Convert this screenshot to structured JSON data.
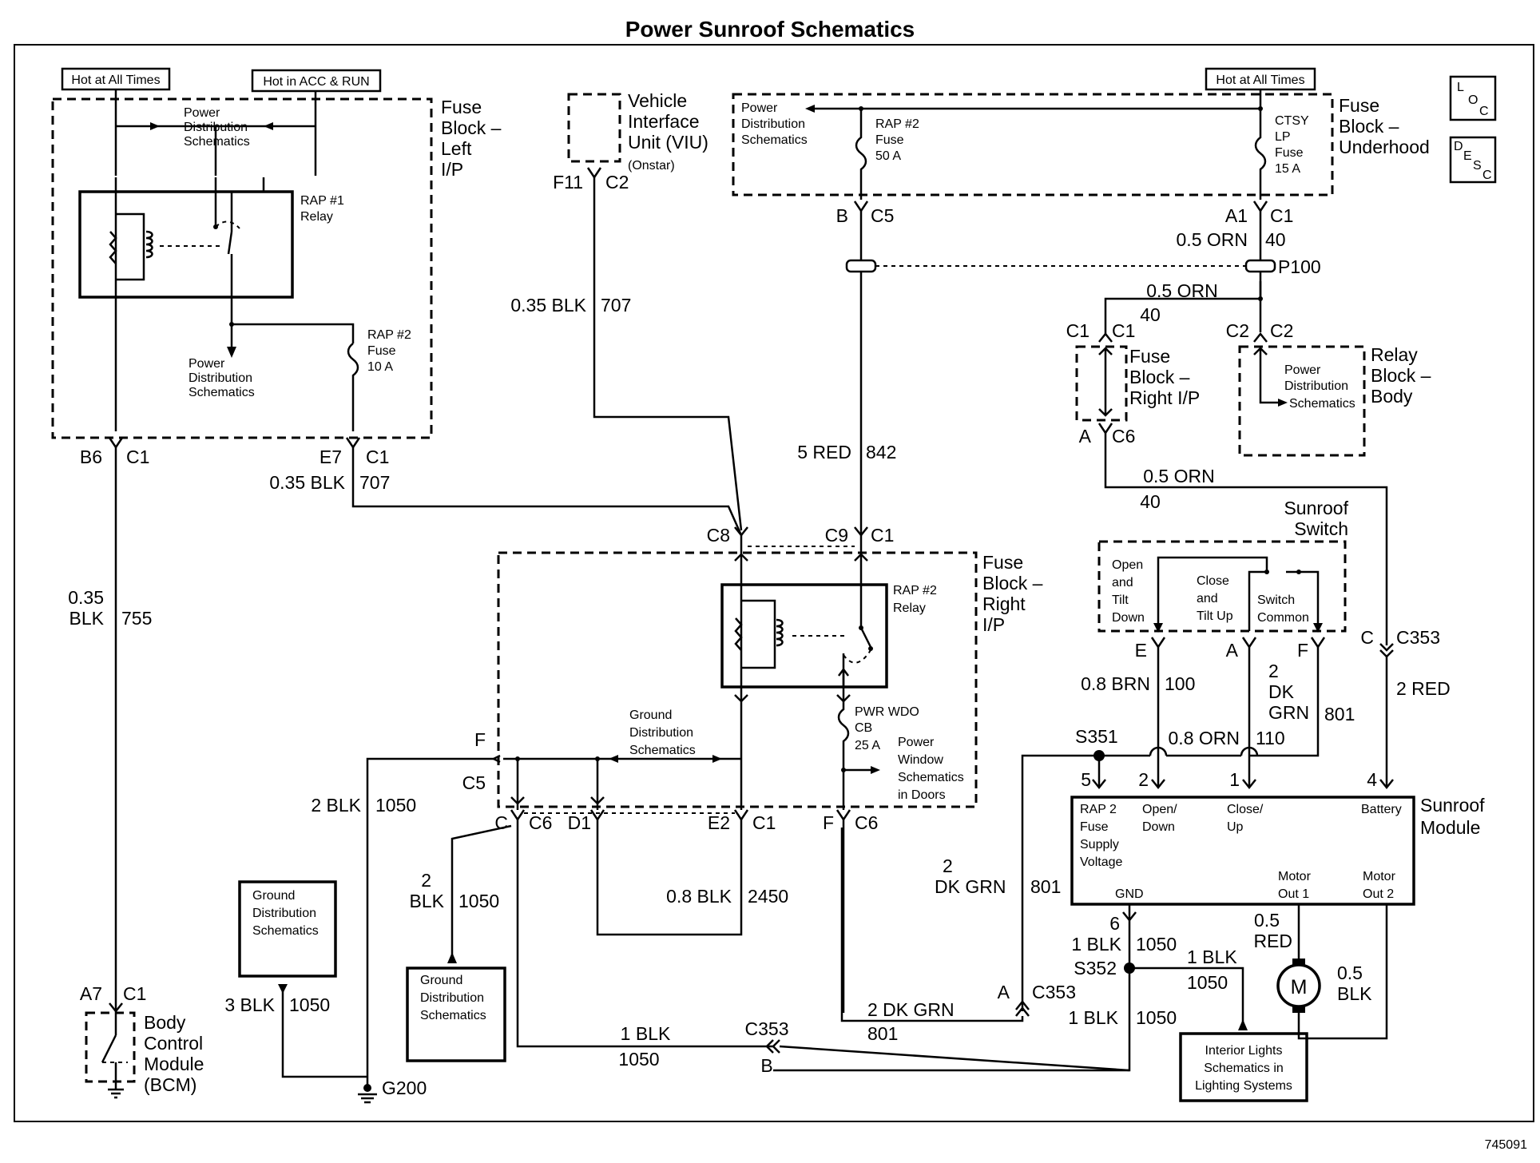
{
  "title": "Power Sunroof Schematics",
  "figure_id": "745091",
  "labels": {
    "hot_all_times_left": "Hot at All Times",
    "hot_acc_run": "Hot in ACC & RUN",
    "hot_all_times_right": "Hot at All Times",
    "loc": [
      "L",
      "O",
      "C"
    ],
    "desc": [
      "D",
      "E",
      "S",
      "C"
    ]
  },
  "fuse_block_left": {
    "name": [
      "Fuse",
      "Block –",
      "Left",
      "I/P"
    ],
    "pds_top": [
      "Power",
      "Distribution",
      "Schematics"
    ],
    "relay": [
      "RAP #1",
      "Relay"
    ],
    "fuse": [
      "RAP #2",
      "Fuse",
      "10 A"
    ],
    "pds_bottom": [
      "Power",
      "Distribution",
      "Schematics"
    ]
  },
  "viu": {
    "name": [
      "Vehicle",
      "Interface",
      "Unit (VIU)"
    ],
    "note": "(Onstar)",
    "pin": "F11",
    "conn": "C2"
  },
  "fuse_block_underhood": {
    "name": [
      "Fuse",
      "Block –",
      "Underhood"
    ],
    "pds": [
      "Power",
      "Distribution",
      "Schematics"
    ],
    "fuse_rap": [
      "RAP #2",
      "Fuse",
      "50 A"
    ],
    "fuse_ctsy": [
      "CTSY",
      "LP",
      "Fuse",
      "15 A"
    ],
    "pin_b": "B",
    "conn_c5": "C5",
    "pin_a1": "A1",
    "conn_c1": "C1"
  },
  "fuse_block_right_top": {
    "name": [
      "Fuse",
      "Block –",
      "Right I/P"
    ],
    "c1_left": "C1",
    "c1_right": "C1",
    "pin_a": "A",
    "conn_c6": "C6"
  },
  "relay_block_body": {
    "name": [
      "Relay",
      "Block –",
      "Body"
    ],
    "pds": [
      "Power",
      "Distribution",
      "Schematics"
    ],
    "c2_left": "C2",
    "c2_right": "C2"
  },
  "fuse_block_right": {
    "name": [
      "Fuse",
      "Block –",
      "Right",
      "I/P"
    ],
    "relay": [
      "RAP #2",
      "Relay"
    ],
    "ground": [
      "Ground",
      "Distribution",
      "Schematics"
    ],
    "cb": [
      "PWR WDO",
      "CB",
      "25 A"
    ],
    "pws": [
      "Power",
      "Window",
      "Schematics",
      "in Doors"
    ],
    "c8": "C8",
    "c9": "C9",
    "c1": "C1",
    "f": "F",
    "c5": "C5",
    "c": "C",
    "c6a": "C6",
    "d1": "D1",
    "e2": "E2",
    "c1b": "C1",
    "f2": "F",
    "c6b": "C6"
  },
  "sunroof_switch": {
    "name": [
      "Sunroof",
      "Switch"
    ],
    "open": [
      "Open",
      "and",
      "Tilt",
      "Down"
    ],
    "close": [
      "Close",
      "and",
      "Tilt Up"
    ],
    "common": [
      "Switch",
      "Common"
    ],
    "pin_e": "E",
    "pin_a": "A",
    "pin_f": "F"
  },
  "sunroof_module": {
    "name": [
      "Sunroof",
      "Module"
    ],
    "rap": [
      "RAP 2",
      "Fuse",
      "Supply",
      "Voltage"
    ],
    "open": [
      "Open/",
      "Down"
    ],
    "close": [
      "Close/",
      "Up"
    ],
    "battery": "Battery",
    "gnd": "GND",
    "m1": [
      "Motor",
      "Out 1"
    ],
    "m2": [
      "Motor",
      "Out 2"
    ],
    "pin5": "5",
    "pin2": "2",
    "pin1": "1",
    "pin4": "4",
    "pin6": "6",
    "motor": "M"
  },
  "bcm": {
    "name": [
      "Body",
      "Control",
      "Module",
      "(BCM)"
    ],
    "pin": "A7",
    "conn": "C1"
  },
  "ground_boxes": {
    "a": [
      "Ground",
      "Distribution",
      "Schematics"
    ],
    "b": [
      "Ground",
      "Distribution",
      "Schematics"
    ]
  },
  "interior_lights": [
    "Interior Lights",
    "Schematics in",
    "Lighting Systems"
  ],
  "connectors": {
    "b6": "B6",
    "c1_b6": "C1",
    "e7": "E7",
    "c1_e7": "C1",
    "p100": "P100",
    "c353_pin": "C",
    "c353": "C353",
    "s351": "S351",
    "s352": "S352",
    "c353_a": "A",
    "c353_a_name": "C353",
    "c353_b_name": "C353",
    "c353_b": "B",
    "g200": "G200"
  },
  "wires": {
    "w755": [
      "0.35",
      "BLK",
      "755"
    ],
    "w707_left": [
      "0.35 BLK",
      "707"
    ],
    "w707_viu": [
      "0.35 BLK",
      "707"
    ],
    "w842": [
      "5 RED",
      "842"
    ],
    "w40_top": [
      "0.5 ORN",
      "40"
    ],
    "w40_mid": [
      "0.5 ORN",
      "40"
    ],
    "w40_low": [
      "0.5 ORN",
      "40"
    ],
    "w100": [
      "0.8 BRN",
      "100"
    ],
    "w110": [
      "0.8 ORN",
      "110"
    ],
    "w801_sw": [
      "2",
      "DK",
      "GRN",
      "801"
    ],
    "w2red": "2 RED",
    "w1050_f": [
      "2 BLK",
      "1050"
    ],
    "w1050_c": [
      "2",
      "BLK",
      "1050"
    ],
    "w2450": [
      "0.8 BLK",
      "2450"
    ],
    "w801_mod": [
      "2",
      "DK GRN",
      "801"
    ],
    "w801_bot": [
      "2 DK GRN",
      "801"
    ],
    "w1050_g200": [
      "3 BLK",
      "1050"
    ],
    "w1050_mod": [
      "1 BLK",
      "1050"
    ],
    "w1050_il": [
      "1 BLK",
      "1050"
    ],
    "w1050_bot": [
      "1 BLK",
      "1050"
    ],
    "w1050_c353": [
      "1 BLK",
      "1050"
    ],
    "w_red_motor": [
      "0.5",
      "RED"
    ],
    "w_blk_motor": [
      "0.5",
      "BLK"
    ]
  }
}
